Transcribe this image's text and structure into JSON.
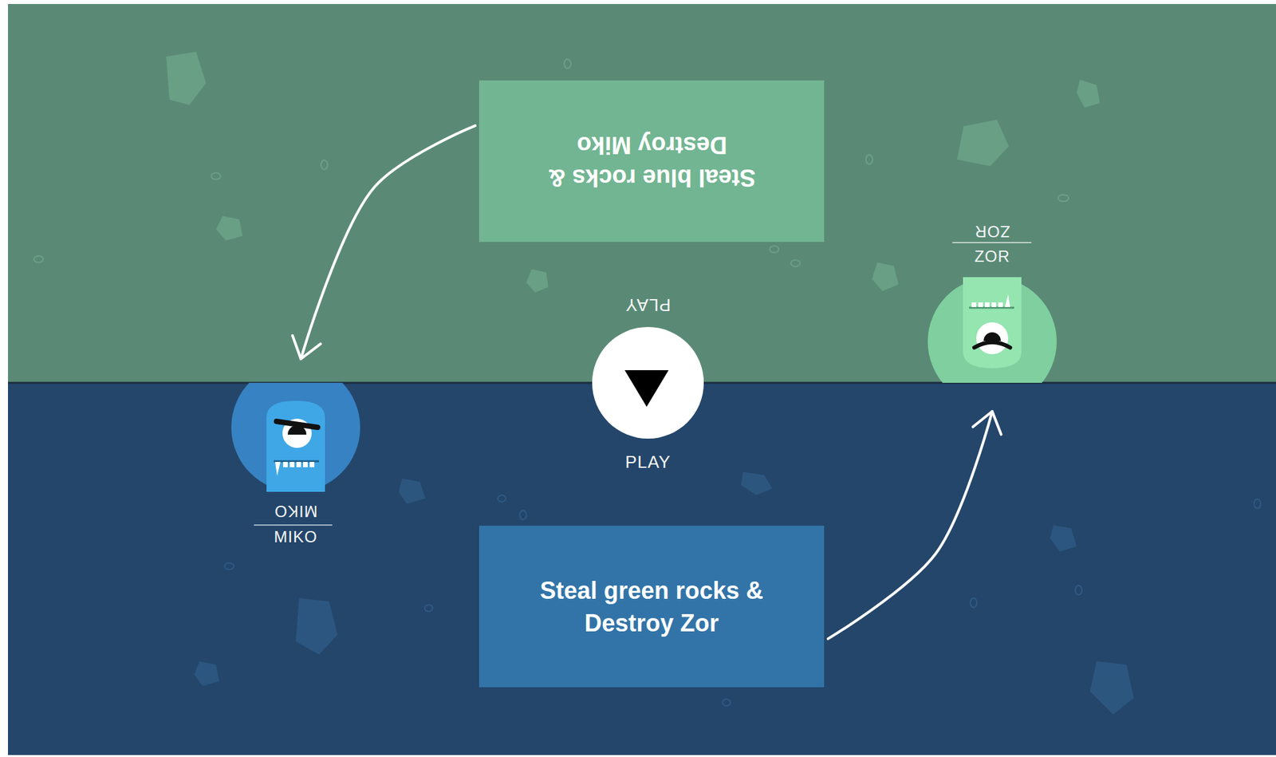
{
  "diagram": {
    "nodes": [
      {
        "text": [
          "Steal blue rocks & Destroy Miko"
        ]
      },
      {
        "text": [
          "ZOR",
          "ZOR"
        ]
      },
      {
        "text": [
          "PLAY",
          "PLAY"
        ]
      },
      {
        "text": [
          "MIKO",
          "MIKO"
        ]
      },
      {
        "text": [
          "Steal green rocks & Destroy Zor"
        ]
      }
    ],
    "edges": [
      {
        "from": 0,
        "to": 3,
        "arrow": "to"
      },
      {
        "from": 4,
        "to": 1,
        "arrow": "to"
      }
    ]
  }
}
